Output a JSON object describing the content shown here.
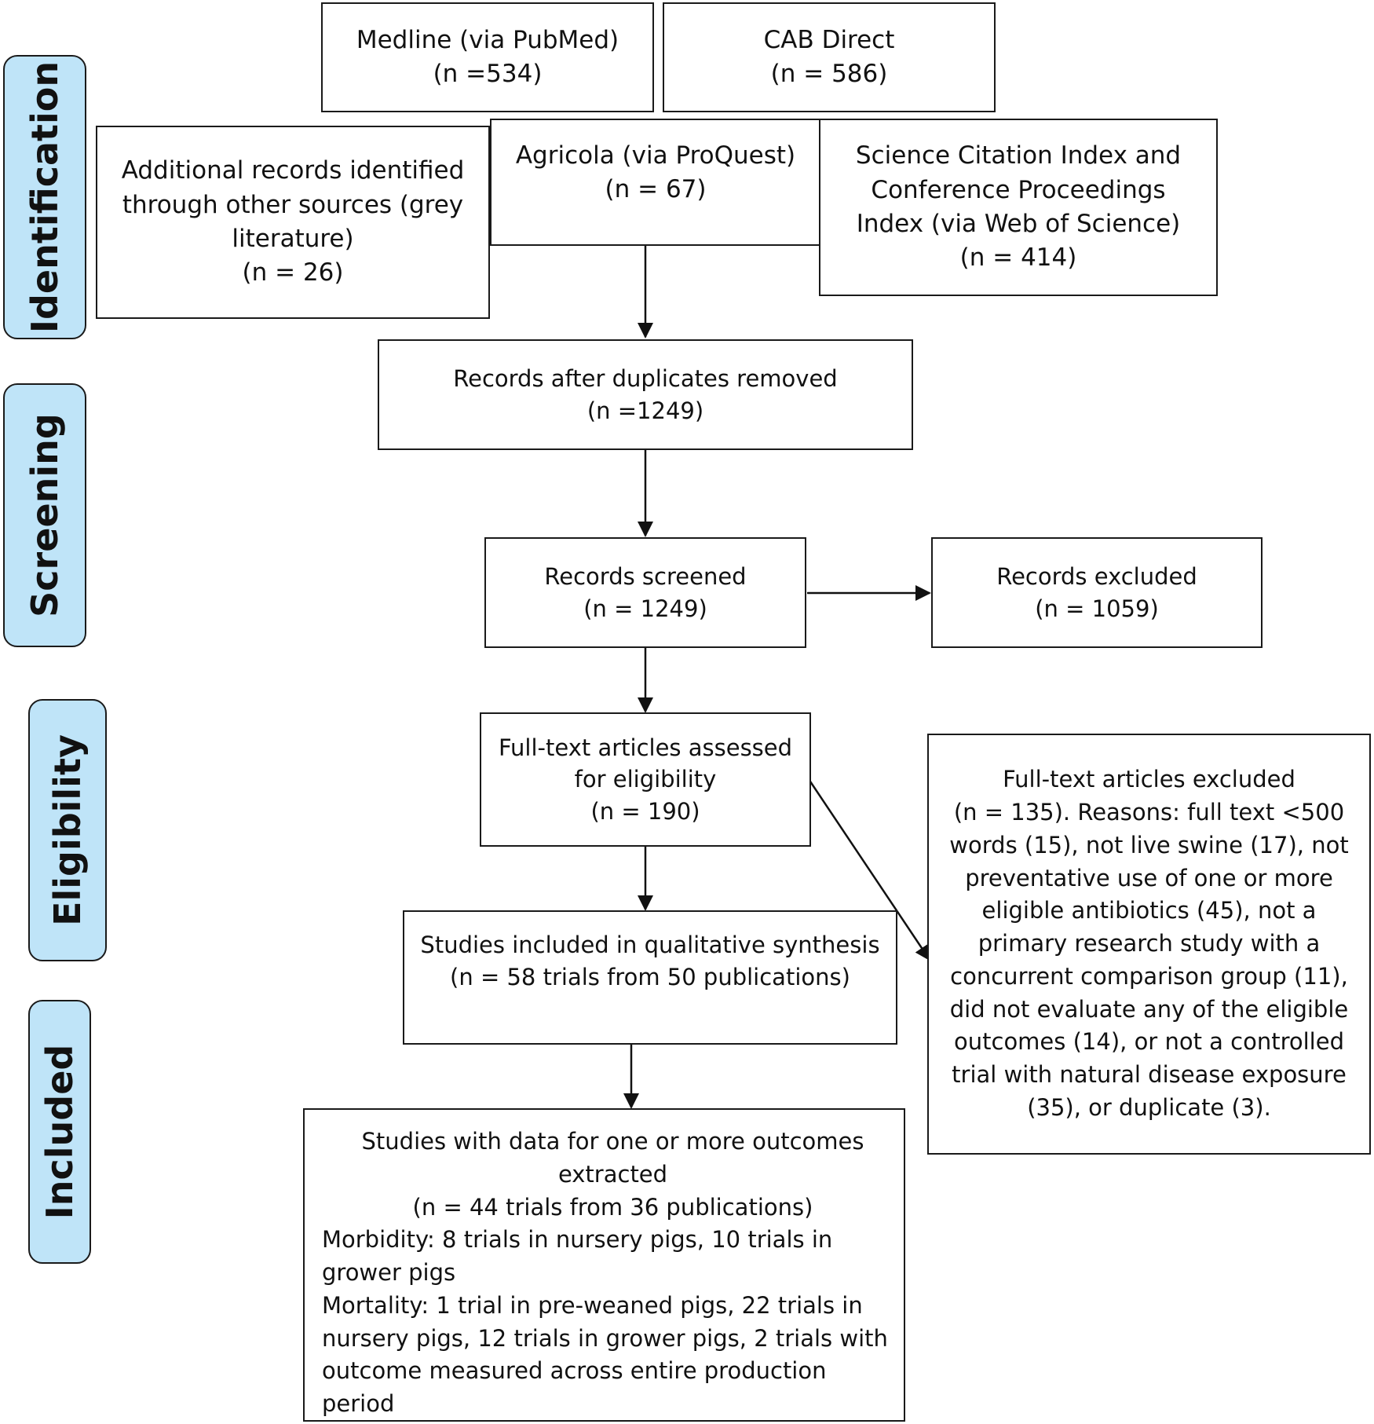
{
  "stages": {
    "identification": "Identification",
    "screening": "Screening",
    "eligibility": "Eligibility",
    "included": "Included"
  },
  "sources": {
    "medline": {
      "name": "Medline (via PubMed)",
      "count": "(n =534)"
    },
    "cab": {
      "name": "CAB Direct",
      "count": "(n = 586)"
    },
    "additional": {
      "line1": "Additional records identified",
      "line2": "through other sources (grey",
      "line3": "literature)",
      "count": "(n = 26)"
    },
    "agricola": {
      "name": "Agricola (via ProQuest)",
      "count": "(n = 67)"
    },
    "sci": {
      "line1": "Science Citation Index and",
      "line2": "Conference Proceedings",
      "line3": "Index (via Web of Science)",
      "count": "(n = 414)"
    }
  },
  "dedup": {
    "label": "Records after duplicates removed",
    "count": "(n =1249)"
  },
  "screened": {
    "label": "Records screened",
    "count": "(n = 1249)"
  },
  "excluded": {
    "label": "Records excluded",
    "count": "(n = 1059)"
  },
  "fulltext": {
    "line1": "Full-text articles assessed",
    "line2": "for eligibility",
    "count": "(n = 190)"
  },
  "fulltext_excluded": {
    "lines": [
      "Full-text articles excluded",
      "(n = 135). Reasons: full text <500",
      "words (15), not live swine (17), not",
      "preventative use of one or more",
      "eligible antibiotics (45), not a",
      "primary research study with a",
      "concurrent comparison group (11),",
      "did not evaluate any of the eligible",
      "outcomes (14), or not a controlled",
      "trial with natural disease exposure",
      "(35), or duplicate (3)."
    ]
  },
  "qualitative": {
    "label": "Studies included in qualitative synthesis",
    "count": "(n = 58 trials from 50 publications)"
  },
  "extracted": {
    "line1": "Studies with data for one or more outcomes",
    "line2": "extracted",
    "count": "(n = 44 trials from 36 publications)",
    "morbidity1": "Morbidity: 8 trials in nursery pigs, 10 trials in",
    "morbidity2": "grower pigs",
    "mortality1": "Mortality: 1 trial in pre-weaned pigs, 22 trials in",
    "mortality2": "nursery pigs, 12 trials in grower pigs, 2 trials with",
    "mortality3": "outcome measured across entire production period"
  }
}
